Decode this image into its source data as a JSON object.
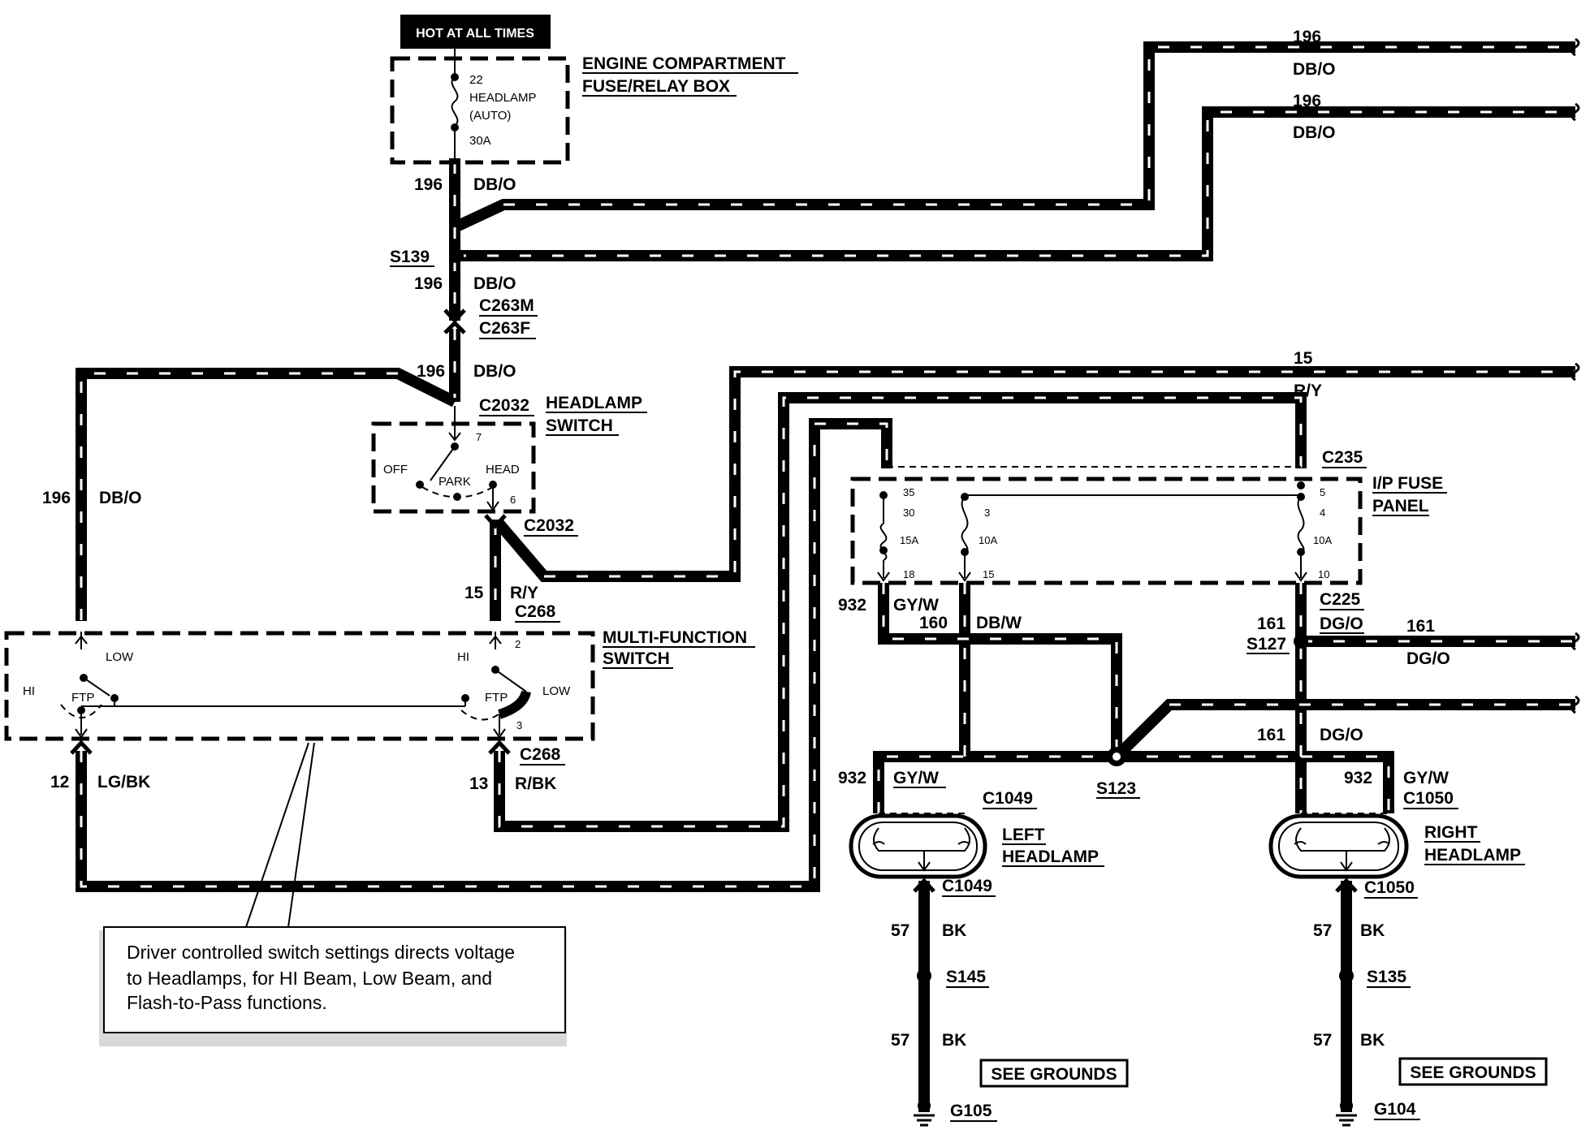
{
  "hot_label": "HOT AT ALL TIMES",
  "engine_box": {
    "line1": "ENGINE COMPARTMENT",
    "line2": "FUSE/RELAY BOX"
  },
  "fuse22": {
    "num": "22",
    "name1": "HEADLAMP",
    "name2": "(AUTO)",
    "rating": "30A"
  },
  "headlamp_switch": {
    "line1": "HEADLAMP",
    "line2": "SWITCH",
    "off": "OFF",
    "park": "PARK",
    "head": "HEAD",
    "pin_in": "7",
    "pin_out": "6"
  },
  "mf_switch": {
    "line1": "MULTI-FUNCTION",
    "line2": "SWITCH",
    "low": "LOW",
    "hi": "HI",
    "ftp": "FTP",
    "pin2": "2",
    "pin3": "3"
  },
  "ip_fuse": {
    "line1": "I/P FUSE",
    "line2": "PANEL",
    "f1": {
      "top": "35",
      "a": "30",
      "rating": "15A",
      "bottom": "18"
    },
    "f2": {
      "top": "3",
      "rating": "10A",
      "bottom": "15"
    },
    "f3": {
      "top": "5",
      "a": "4",
      "rating": "10A",
      "bottom": "10"
    }
  },
  "wires": {
    "w196": "196",
    "dbo": "DB/O",
    "w15": "15",
    "ry": "R/Y",
    "w12": "12",
    "lgbk": "LG/BK",
    "w13": "13",
    "rbk": "R/BK",
    "w932": "932",
    "gyw": "GY/W",
    "w160": "160",
    "dbw": "DB/W",
    "w161": "161",
    "dgo": "DG/O",
    "w57": "57",
    "bk": "BK"
  },
  "connectors": {
    "s139": "S139",
    "c263m": "C263M",
    "c263f": "C263F",
    "c2032": "C2032",
    "c268": "C268",
    "c235": "C235",
    "c225": "C225",
    "s127": "S127",
    "s123": "S123",
    "c1049": "C1049",
    "c1050": "C1050",
    "s145": "S145",
    "s135": "S135",
    "g105": "G105",
    "g104": "G104"
  },
  "left_headlamp": {
    "line1": "LEFT",
    "line2": "HEADLAMP"
  },
  "right_headlamp": {
    "line1": "RIGHT",
    "line2": "HEADLAMP"
  },
  "see_grounds": "SEE GROUNDS",
  "note": {
    "line1": "Driver controlled switch settings directs voltage",
    "line2": "to Headlamps, for HI Beam, Low Beam, and",
    "line3": "Flash-to-Pass functions."
  }
}
